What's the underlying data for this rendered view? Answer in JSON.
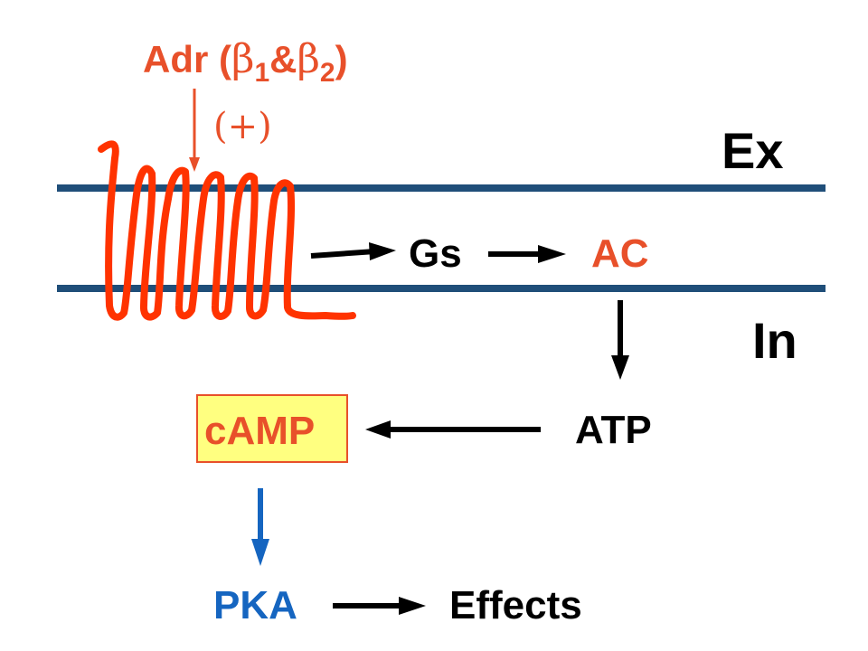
{
  "labels": {
    "agonist": "Adr (",
    "beta_symbol": "β",
    "sub_1": "1",
    "ampersand": "&",
    "sub_2": "2",
    "close_paren": ")",
    "stimulation": "(+)",
    "extracellular": "Ex",
    "intracellular": "In",
    "g_protein": "Gs",
    "enzyme": "AC",
    "substrate": "ATP",
    "second_messenger": "cAMP",
    "kinase": "PKA",
    "outcome": "Effects"
  },
  "colors": {
    "receptor": "#ff3300",
    "agonist_text": "#e8502a",
    "membrane": "#1f4e79",
    "arrow": "#000000",
    "pka": "#1565c0",
    "camp_box_fill": "#ffff80",
    "camp_box_border": "#e8502a",
    "text_dark": "#000000"
  },
  "icons": {
    "receptor": "seven-transmembrane-receptor-icon"
  }
}
